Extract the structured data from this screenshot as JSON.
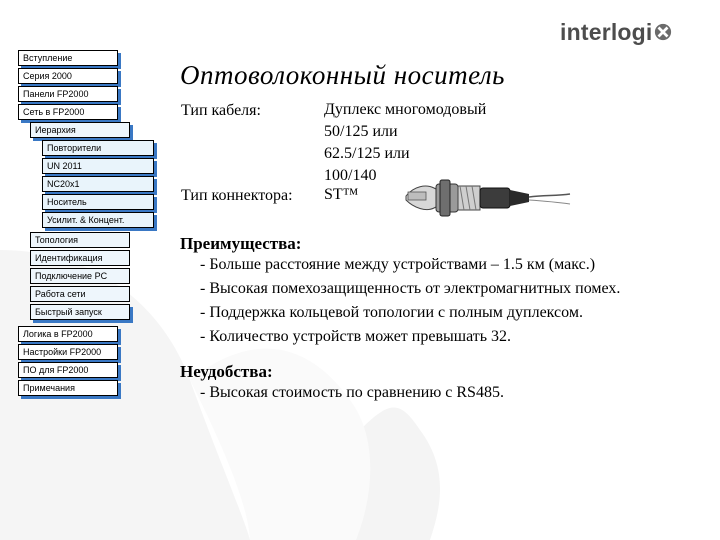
{
  "logo": {
    "text": "interlogi",
    "mark": "x-ball-logo"
  },
  "nav": {
    "items": [
      {
        "label": "Вступление",
        "level": 0
      },
      {
        "label": "Серия 2000",
        "level": 0
      },
      {
        "label": "Панели FP2000",
        "level": 0
      },
      {
        "label": "Сеть в FP2000",
        "level": 0
      },
      {
        "label": "Иерархия",
        "level": 1
      },
      {
        "label": "Повторители",
        "level": 2
      },
      {
        "label": "UN 2011",
        "level": 2
      },
      {
        "label": "NC20x1",
        "level": 2
      },
      {
        "label": "Носитель",
        "level": 2
      },
      {
        "label": "Усилит. & Концент.",
        "level": 2
      },
      {
        "label": "Топология",
        "level": 1
      },
      {
        "label": "Идентификация",
        "level": 1
      },
      {
        "label": "Подключение PC",
        "level": 1
      },
      {
        "label": "Работа сети",
        "level": 1
      },
      {
        "label": "Быстрый запуск",
        "level": 1
      },
      {
        "label": "Логика в FP2000",
        "level": 0
      },
      {
        "label": "Настройки FP2000",
        "level": 0
      },
      {
        "label": "ПО для FP2000",
        "level": 0
      },
      {
        "label": "Примечания",
        "level": 0
      }
    ]
  },
  "main": {
    "title": "Оптоволоконный носитель",
    "cable_label": "Тип кабеля:",
    "cable_values": [
      "Дуплекс многомодовый",
      "50/125 или",
      "62.5/125 или",
      "100/140"
    ],
    "connector_label": "Тип коннектора:",
    "connector_value": "ST™",
    "advantages_title": "Преимущества:",
    "advantages": [
      "- Больше расстояние между устройствами – 1.5 км (макс.)",
      "- Высокая помехозащищенность от электромагнитных помех.",
      "- Поддержка кольцевой топологии с полным дуплексом.",
      "- Количество устройств может превышать 32."
    ],
    "disadvantages_title": "Неудобства:",
    "disadvantages": [
      "- Высокая стоимость по сравнению с RS485."
    ]
  }
}
